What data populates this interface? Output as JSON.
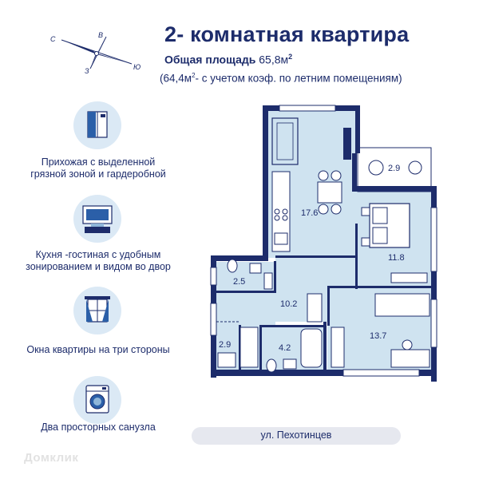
{
  "header": {
    "title": "2- комнатная  квартира",
    "area_label": "Общая площадь",
    "area_value": "65,8м",
    "area_exp": "2",
    "sub_value": "(64,4м",
    "sub_exp": "2",
    "sub_rest": "- с учетом коэф. по летним помещениям)"
  },
  "compass": {
    "north": "В",
    "south": "З",
    "west": "С",
    "east": "Ю"
  },
  "features": [
    {
      "icon": "wardrobe-icon",
      "text": "Прихожая с выделенной грязной зоной  и гардеробной"
    },
    {
      "icon": "tv-room-icon",
      "text": "Кухня -гостиная с удобным зонированием и видом во двор"
    },
    {
      "icon": "window-icon",
      "text": "Окна квартиры на три стороны"
    },
    {
      "icon": "washing-machine-icon",
      "text": "Два просторных санузла"
    }
  ],
  "rooms": {
    "kitchen": "17.6",
    "balcony": "2.9",
    "bedroom": "11.8",
    "wc": "2.5",
    "hall": "10.2",
    "wardrobe": "2.9",
    "bath": "4.2",
    "room2": "13.7"
  },
  "street": "ул. Пехотинцев",
  "watermark": "Домклик",
  "colors": {
    "accent": "#1d2c6b",
    "room_fill": "#cfe3f0",
    "icon_bg": "#dbe9f5"
  }
}
